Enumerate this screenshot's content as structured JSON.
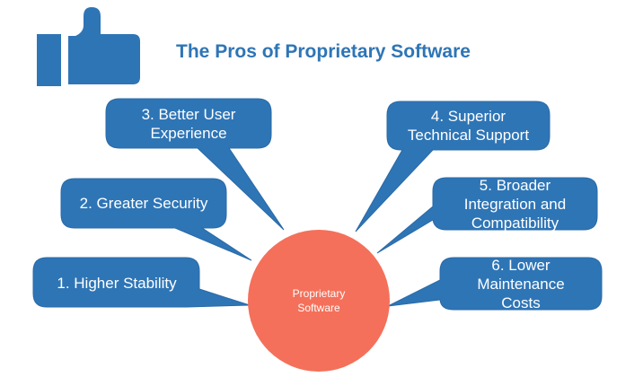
{
  "title": "The Pros of Proprietary Software",
  "icon": "thumbs-up-icon",
  "colors": {
    "title": "#2E75B6",
    "callout_fill": "#2E75B6",
    "callout_stroke": "#2A6AA6",
    "hub_fill": "#F4705A",
    "icon": "#2E75B6"
  },
  "hub": {
    "label": "Proprietary\nSoftware"
  },
  "callouts": [
    {
      "label": "1. Higher Stability"
    },
    {
      "label": "2. Greater Security"
    },
    {
      "label": "3. Better User\nExperience"
    },
    {
      "label": "4. Superior\nTechnical Support"
    },
    {
      "label": "5. Broader\nIntegration and\nCompatibility"
    },
    {
      "label": "6. Lower\nMaintenance\nCosts"
    }
  ]
}
